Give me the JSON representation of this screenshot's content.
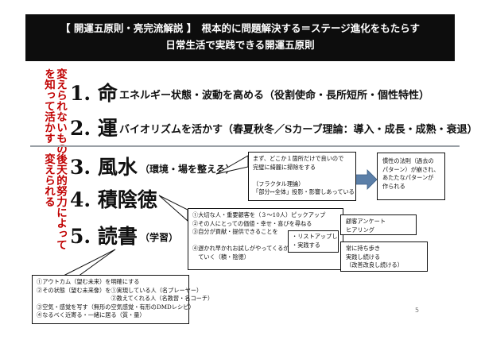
{
  "header": {
    "line1": "【 開運五原則・亮完流解説 】　根本的に問題解決する＝ステージ進化をもたらす",
    "line2": "日常生活で実践できる開運五原則"
  },
  "side_labels": {
    "upper_col1": "変えられないもの",
    "upper_col2": "を知って活かす",
    "lower_col1": "後天的努力によって",
    "lower_col2": "変えられる"
  },
  "items": [
    {
      "number": "1.",
      "name": "命",
      "desc": "エネルギー状態・波動を高める（役割使命・長所短所・個性特性）"
    },
    {
      "number": "2.",
      "name": "運",
      "desc": "バイオリズムを活かす（春夏秋冬／Sカーブ理論：導入・成長・成熟・衰退）"
    },
    {
      "number": "3.",
      "name": "風水",
      "desc": "（環境・場を整える）"
    },
    {
      "number": "4.",
      "name": "積陰徳",
      "desc": ""
    },
    {
      "number": "5.",
      "name": "読書",
      "desc": "（学習）"
    }
  ],
  "callouts": {
    "fengshui": {
      "lines": [
        "まず、どこか１箇所だけで良いので",
        "完璧に綺麗に掃除をする",
        "",
        "（フラクタル理論）",
        "「部分↔全体」投影・影響しあっている"
      ]
    },
    "inertia": {
      "lines": [
        "慣性の法則（過去の",
        "パターン）が崩され、",
        "あたたなパターンが",
        "作られる"
      ]
    },
    "virtue": {
      "lines": [
        "①大切な人・重要顧客を（３〜10人）ピックアップ",
        "②その人にとっての価値・幸せ・喜びを尋ねる",
        "③自分が貢献・提供できることを",
        "",
        "④遅かれ早かれお試しがやってくるが、それを超え",
        "　ていく（積・陰徳）"
      ],
      "bullets": [
        "・リストアップし",
        "・実践する"
      ]
    },
    "survey": {
      "lines": [
        "顧客アンケート",
        "ヒアリング"
      ]
    },
    "carry": {
      "lines": [
        "常に持ち歩き",
        "実践し続ける",
        "（改善改良し続ける）"
      ]
    },
    "reading": {
      "lines": [
        "①アウトカム（望む未来）を明確にする",
        "②その状態（望む未来像）を①実現している人（名プレーヤー）",
        "　　　　　　　　　　　　　②教えてくれる人（名教習・名コーチ）",
        "③空気・感覚を写す（無形の空気感覚・有形のDMDレシピ）",
        "④なるべく近寄る・一緒に居る（質・量）"
      ]
    }
  },
  "page_number": "5",
  "colors": {
    "header_bg": "#0d0d0d",
    "side_label": "#c00000",
    "arrow": "#5b7fa8"
  }
}
